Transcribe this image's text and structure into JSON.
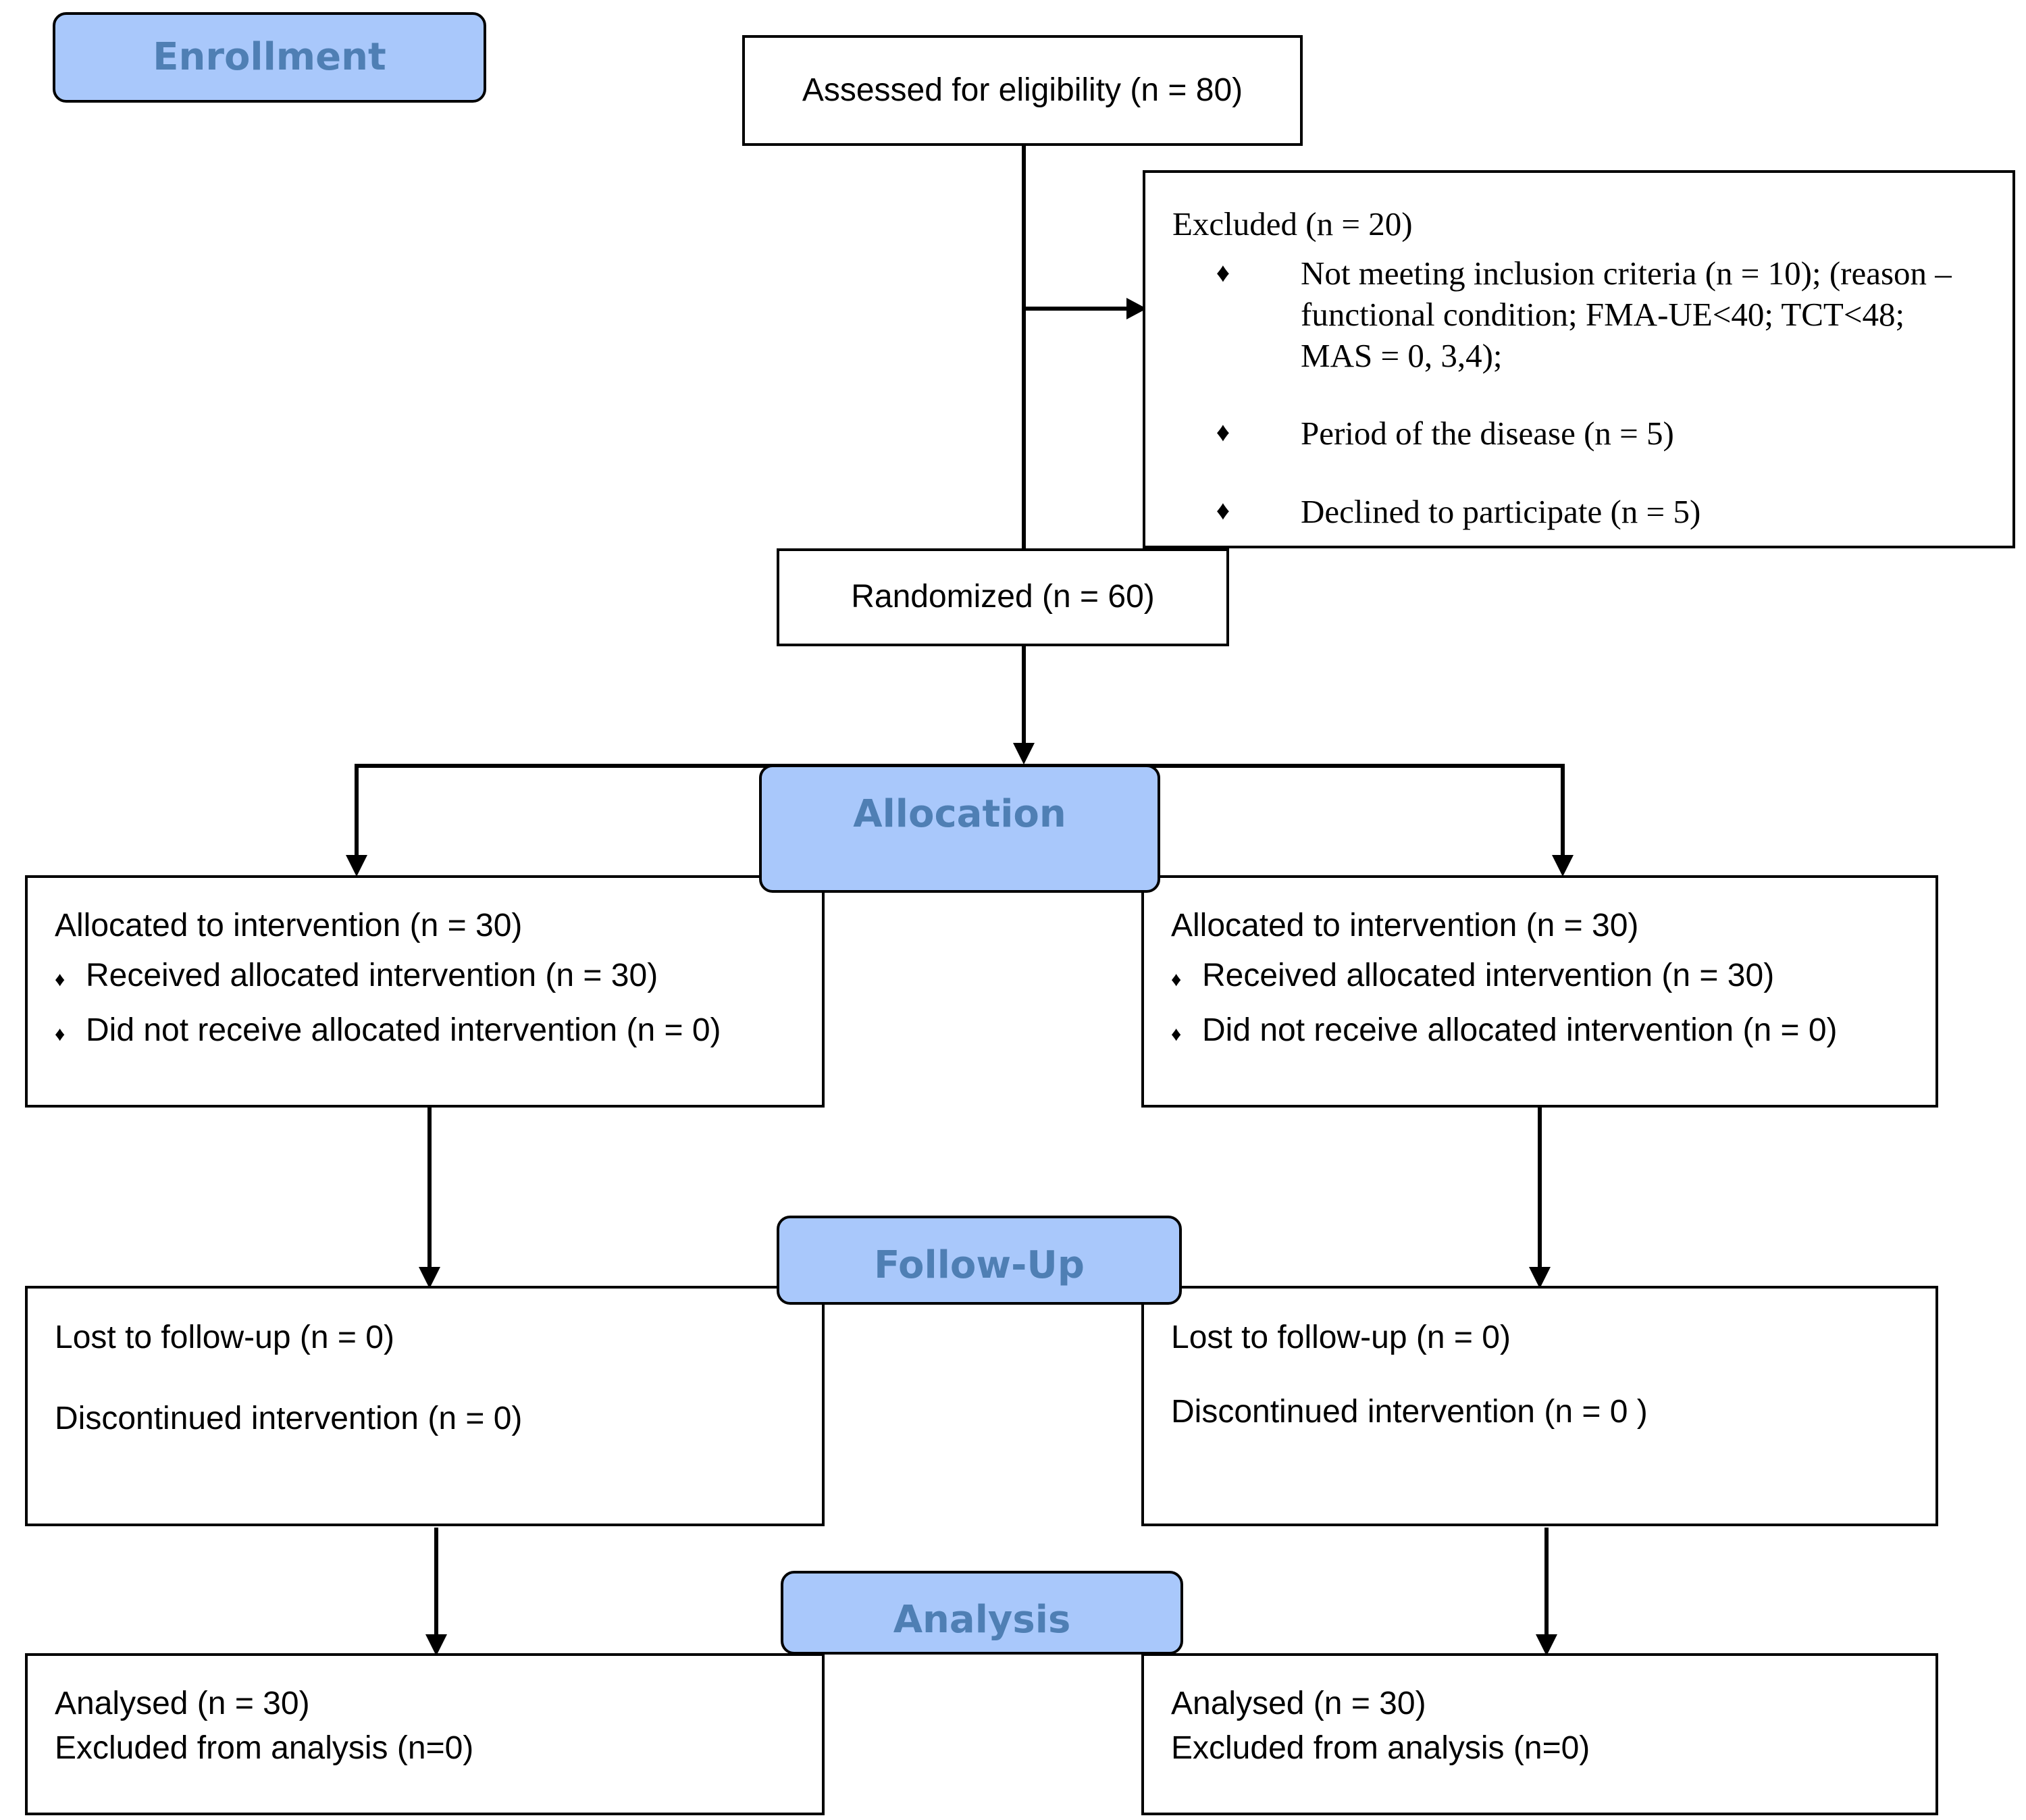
{
  "stages": {
    "enrollment": "Enrollment",
    "allocation": "Allocation",
    "follow_up": "Follow-Up",
    "analysis": "Analysis"
  },
  "assessed": "Assessed for eligibility (n = 80)",
  "excluded": {
    "title": "Excluded  (n = 20)",
    "items": [
      "Not meeting inclusion criteria (n = 10); (reason – functional condition; FMA-UE<40; TCT<48; MAS = 0, 3,4);",
      "Period of the disease (n = 5)",
      "Declined to participate (n = 5)"
    ],
    "bullet": "♦"
  },
  "randomized": "Randomized (n = 60)",
  "allocation": {
    "left": {
      "title": "Allocated to intervention (n = 30)",
      "received": "Received allocated intervention (n = 30)",
      "not_received": "Did not receive allocated intervention  (n = 0)"
    },
    "right": {
      "title": "Allocated to intervention (n = 30)",
      "received": "Received allocated intervention (n = 30)",
      "not_received": "Did not receive allocated intervention  (n = 0)"
    },
    "bullet": "♦"
  },
  "follow_up": {
    "left": {
      "lost": "Lost to follow-up (n = 0)",
      "discontinued": "Discontinued intervention (n = 0)"
    },
    "right": {
      "lost": "Lost to follow-up (n = 0)",
      "discontinued": "Discontinued intervention (n = 0 )"
    }
  },
  "analysis": {
    "left": {
      "analysed": "Analysed  (n = 30)",
      "excluded": "Excluded from analysis (n=0)"
    },
    "right": {
      "analysed": "Analysed  (n = 30)",
      "excluded": "Excluded from analysis (n=0)"
    }
  }
}
